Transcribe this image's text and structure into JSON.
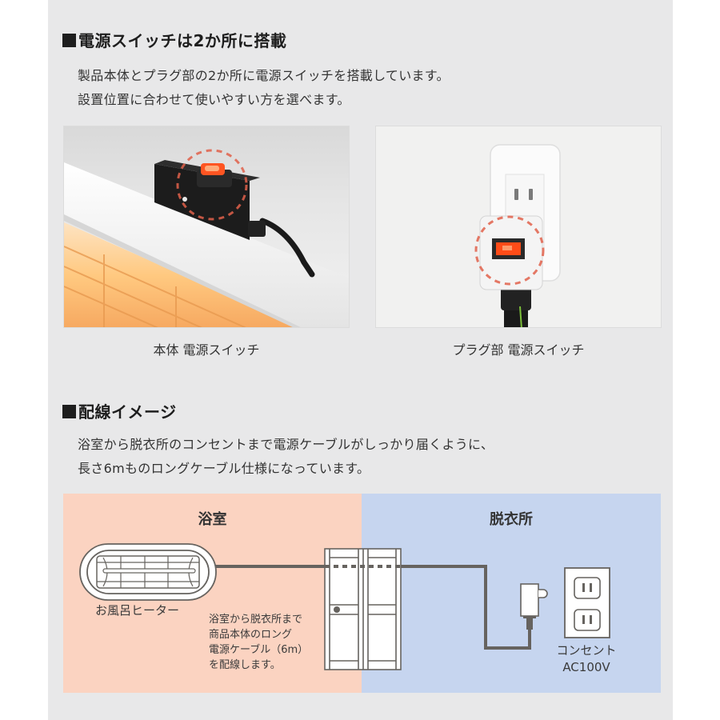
{
  "section1": {
    "heading": "電源スイッチは2か所に搭載",
    "body_lines": [
      "製品本体とプラグ部の2か所に電源スイッチを搭載しています。",
      "設置位置に合わせて使いやすい方を選べます。"
    ],
    "photos": [
      {
        "caption": "本体 電源スイッチ",
        "subject": "heater-body-switch-photo"
      },
      {
        "caption": "プラグ部 電源スイッチ",
        "subject": "plug-switch-photo"
      }
    ]
  },
  "section2": {
    "heading": "配線イメージ",
    "body_lines": [
      "浴室から脱衣所のコンセントまで電源ケーブルがしっかり届くように、",
      "長さ6mものロングケーブル仕様になっています。"
    ],
    "diagram": {
      "zones": [
        {
          "label": "浴室",
          "color": "#fbd3c1"
        },
        {
          "label": "脱衣所",
          "color": "#c6d5ef"
        }
      ],
      "heater_label": "お風呂ヒーター",
      "cable_note_lines": [
        "浴室から脱衣所まで",
        "商品本体のロング",
        "電源ケーブル（6m）",
        "を配線します。"
      ],
      "outlet_label_lines": [
        "コンセント",
        "AC100V"
      ],
      "line_color": "#66635f",
      "highlight_color": "#e0604a"
    }
  },
  "colors": {
    "panel_bg": "#e8e8e9",
    "heading_text": "#1e1e1e",
    "body_text": "#333333"
  }
}
